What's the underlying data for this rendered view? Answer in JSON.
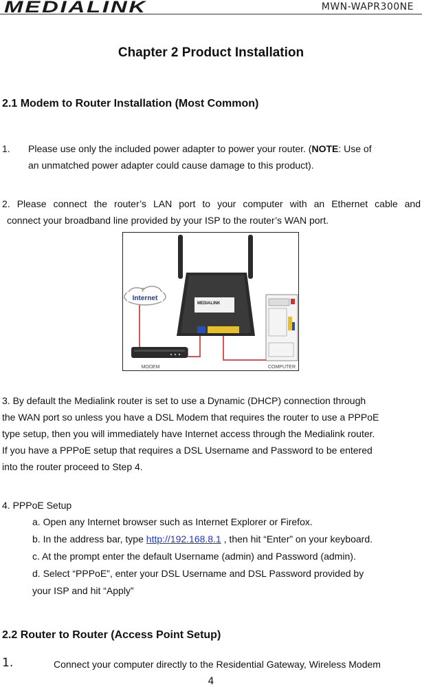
{
  "header": {
    "logo_text": "MEDIALINK",
    "model": "MWN-WAPR300NE"
  },
  "chapter_title": "Chapter 2 Product Installation",
  "section_1": {
    "title": "2.1 Modem to Router Installation (Most Common)",
    "step1_num": "1.",
    "step1_line1_a": "Please use only the included power adapter to power your router. (",
    "step1_note": "NOTE",
    "step1_line1_b": ": Use of",
    "step1_line2": "an unmatched power adapter could cause damage to this product).",
    "step2_line1": "2. Please connect the router’s LAN port to your computer with an Ethernet cable and",
    "step2_line2": "connect your broadband line provided by your ISP to the router’s WAN port.",
    "diagram": {
      "internet_label": "Internet",
      "router_label": "MEDIALINK",
      "modem_label": "MODEM",
      "computer_label": "COMPUTER"
    },
    "step3_lines": [
      "3. By default the Medialink router is set to use a Dynamic (DHCP) connection through",
      "the WAN port so unless you have a DSL Modem that requires the router to use a PPPoE",
      "type setup, then you will immediately have Internet access through the Medialink router.",
      "If you have a PPPoE setup that requires a DSL Username and Password to be entered",
      "into the router proceed to Step 4."
    ],
    "step4_title": "4. PPPoE Setup",
    "step4_a": "a. Open any Internet browser such as Internet Explorer or Firefox.",
    "step4_b_pre": "b. In the address bar, type ",
    "step4_b_link": "http://192.168.8.1",
    "step4_b_post": " , then hit “Enter” on your keyboard.",
    "step4_c": "c. At the prompt enter the default Username (admin) and Password (admin).",
    "step4_d1": "d. Select “PPPoE”, enter your DSL Username and DSL Password provided by",
    "step4_d2": "your ISP and hit “Apply”"
  },
  "section_2": {
    "title": "2.2 Router to Router (Access Point Setup)",
    "step1_num": "1.",
    "step1_text": "Connect your computer directly to the Residential Gateway, Wireless Modem"
  },
  "page_number": "4",
  "colors": {
    "link": "#1a37d6",
    "cable": "#d9534f",
    "router": "#2b2b2b"
  }
}
